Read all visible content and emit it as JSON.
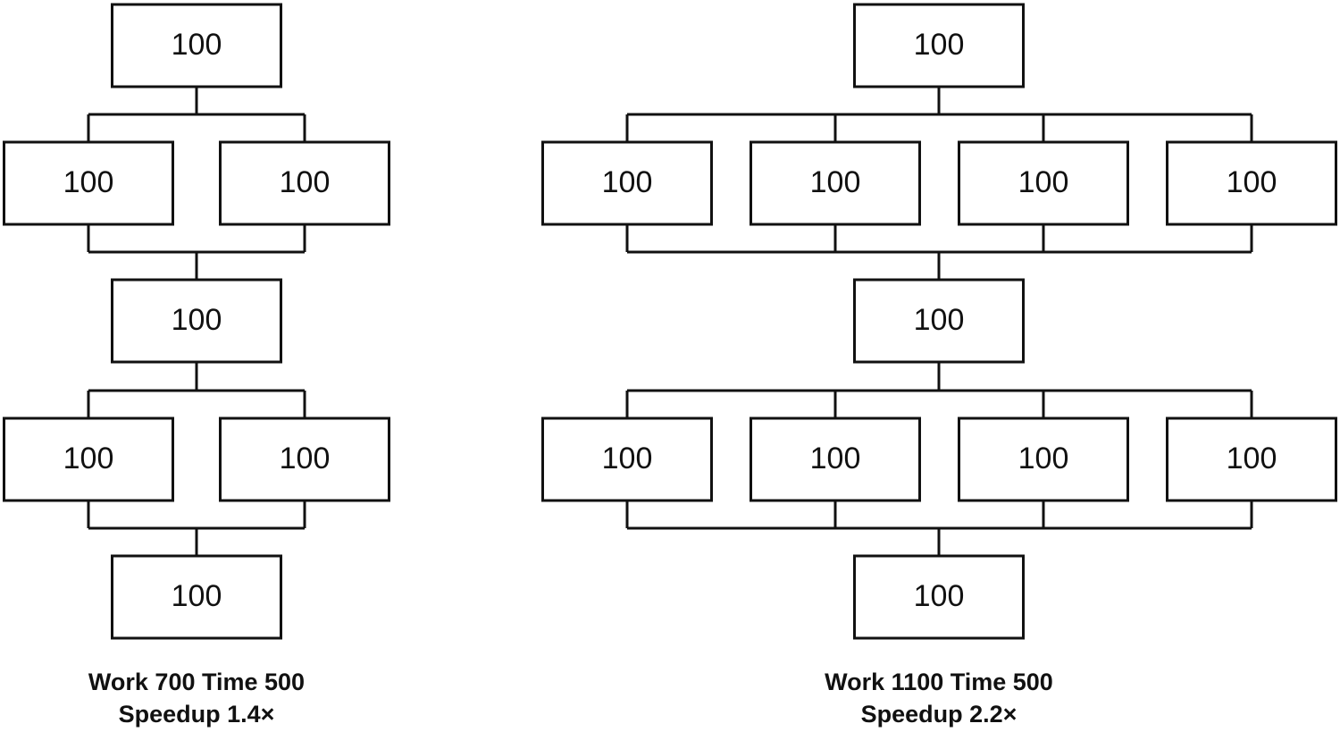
{
  "left_graph": {
    "levels": [
      [
        "100"
      ],
      [
        "100",
        "100"
      ],
      [
        "100"
      ],
      [
        "100",
        "100"
      ],
      [
        "100"
      ]
    ],
    "caption": {
      "line1": "Work 700 Time 500",
      "line2": "Speedup 1.4×"
    }
  },
  "right_graph": {
    "levels": [
      [
        "100"
      ],
      [
        "100",
        "100",
        "100",
        "100"
      ],
      [
        "100"
      ],
      [
        "100",
        "100",
        "100",
        "100"
      ],
      [
        "100"
      ]
    ],
    "caption": {
      "line1": "Work 1100 Time 500",
      "line2": "Speedup 2.2×"
    }
  },
  "colors": {
    "stroke": "#111111",
    "box_fill": "#ffffff",
    "background": "#ffffff"
  }
}
